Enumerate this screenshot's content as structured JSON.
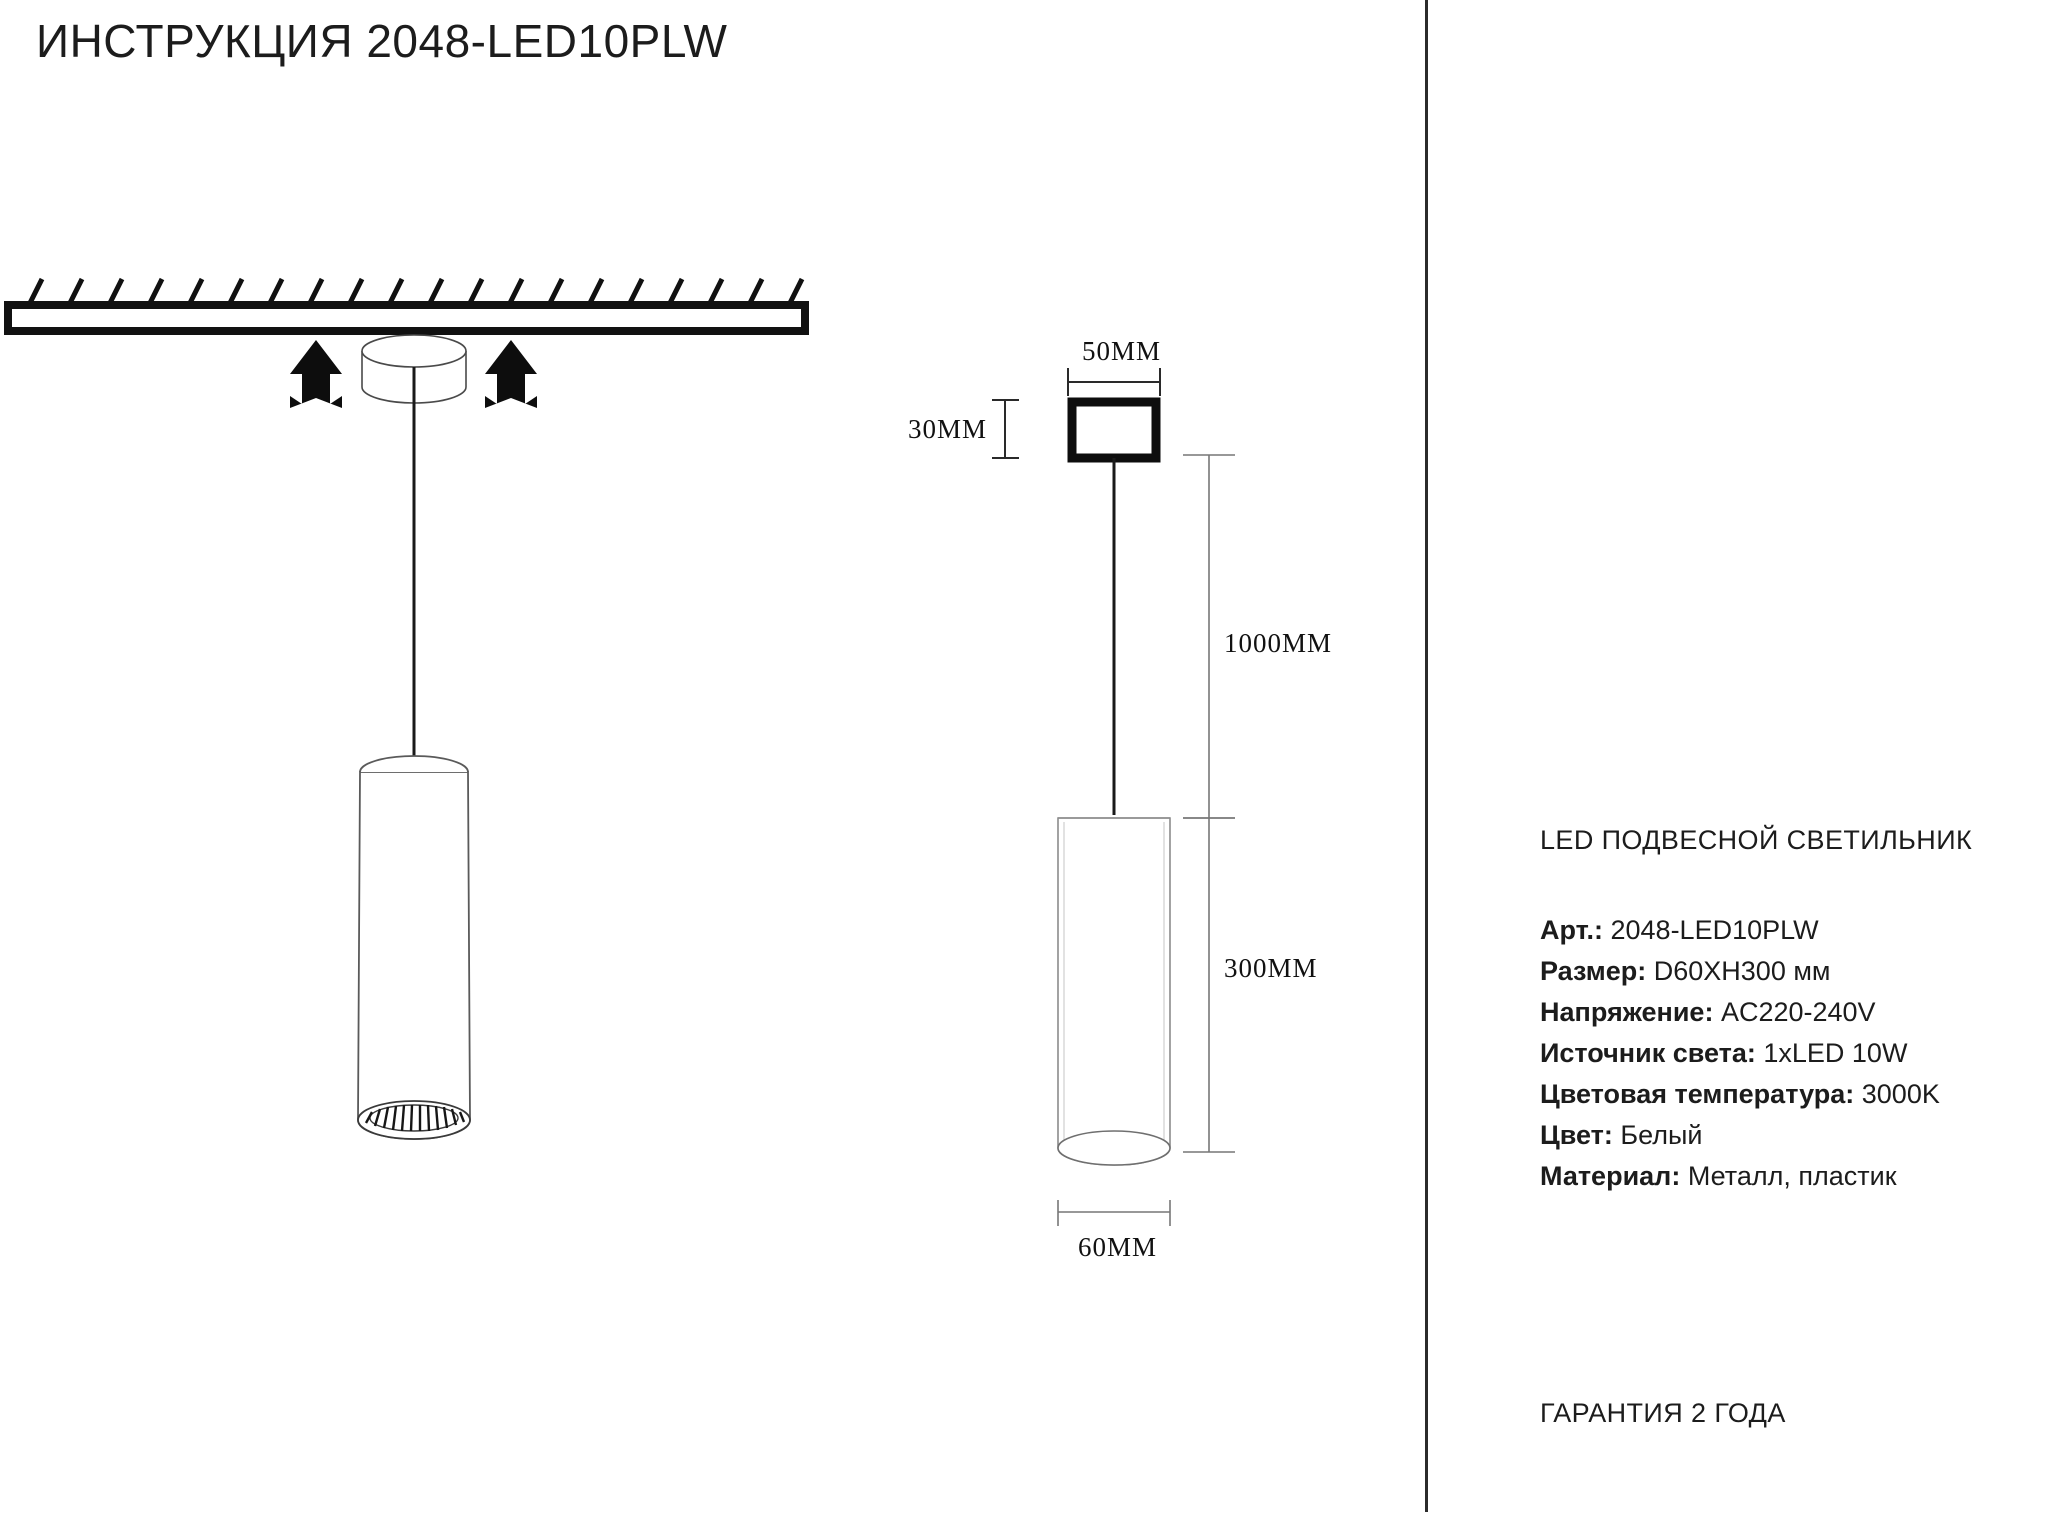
{
  "page": {
    "title": "ИНСТРУКЦИЯ 2048-LED10PLW",
    "background_color": "#ffffff",
    "ink_color": "#1c1c1c",
    "divider_color": "#2b2b2b"
  },
  "dimensions": {
    "canopy_width": "50MM",
    "canopy_height": "30MM",
    "suspension_length": "1000MM",
    "body_height": "300MM",
    "body_diameter": "60MM"
  },
  "info": {
    "product_kind": "LED ПОДВЕСНОЙ СВЕТИЛЬНИК",
    "specs": [
      {
        "key": "Арт.:",
        "value": "2048-LED10PLW"
      },
      {
        "key": "Размер:",
        "value": "D60XH300 мм"
      },
      {
        "key": "Напряжение:",
        "value": "AC220-240V"
      },
      {
        "key": "Источник света:",
        "value": "1xLED 10W"
      },
      {
        "key": "Цветовая температура:",
        "value": "3000K"
      },
      {
        "key": "Цвет:",
        "value": "Белый"
      },
      {
        "key": "Материал:",
        "value": "Металл, пластик"
      }
    ],
    "warranty": "ГАРАНТИЯ 2 ГОДА"
  },
  "diagram": {
    "installation_label": "ceiling-mount-installation",
    "ceiling_icon": "hatched-ceiling-icon",
    "arrow_icon": "up-arrow-icon",
    "canopy_icon": "canopy-disc-icon",
    "cord_icon": "suspension-cord-icon",
    "luminaire_icon": "cylinder-luminaire-icon",
    "reflector_icon": "reflector-grill-icon"
  },
  "technical": {
    "label": "technical-dimension-drawing",
    "canopy_icon": "canopy-box-icon",
    "cord_icon": "suspension-cord-icon",
    "body_icon": "cylinder-body-icon"
  }
}
